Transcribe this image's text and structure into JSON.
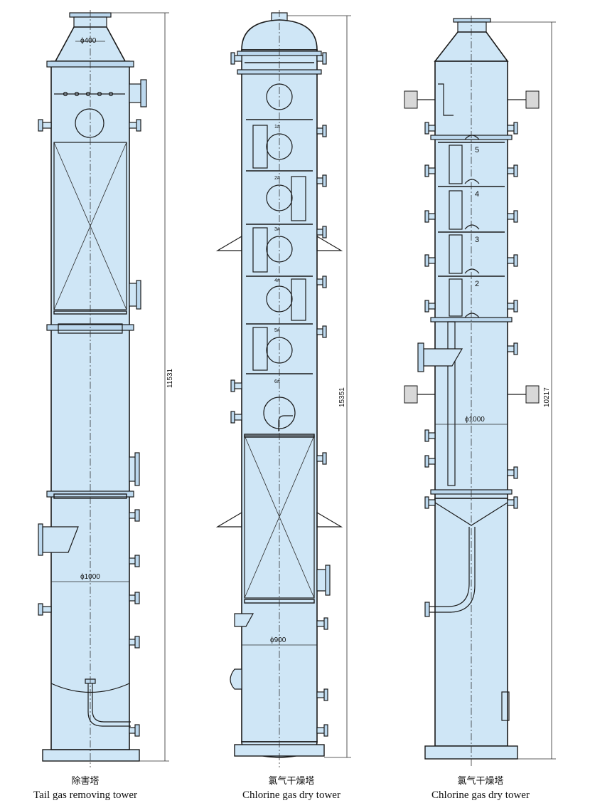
{
  "towers": [
    {
      "caption_cn": "除害塔",
      "caption_en": "Tail gas removing tower",
      "top_dia": "ϕ400",
      "shell_dia": "ϕ1000",
      "height": "11531"
    },
    {
      "caption_cn": "氯气干燥塔",
      "caption_en": "Chlorine gas dry tower",
      "shell_dia": "ϕ900",
      "height": "15351",
      "tray_labels": [
        "1#",
        "2#",
        "3#",
        "4#",
        "5#",
        "6#"
      ]
    },
    {
      "caption_cn": "氯气干燥塔",
      "caption_en": "Chlorine gas dry tower",
      "shell_dia": "ϕ1000",
      "height": "10217",
      "tray_numbers": [
        "5",
        "4",
        "3",
        "2"
      ]
    }
  ],
  "colors": {
    "shell_fill": "#cfe6f6",
    "outline": "#1a1a1a"
  }
}
